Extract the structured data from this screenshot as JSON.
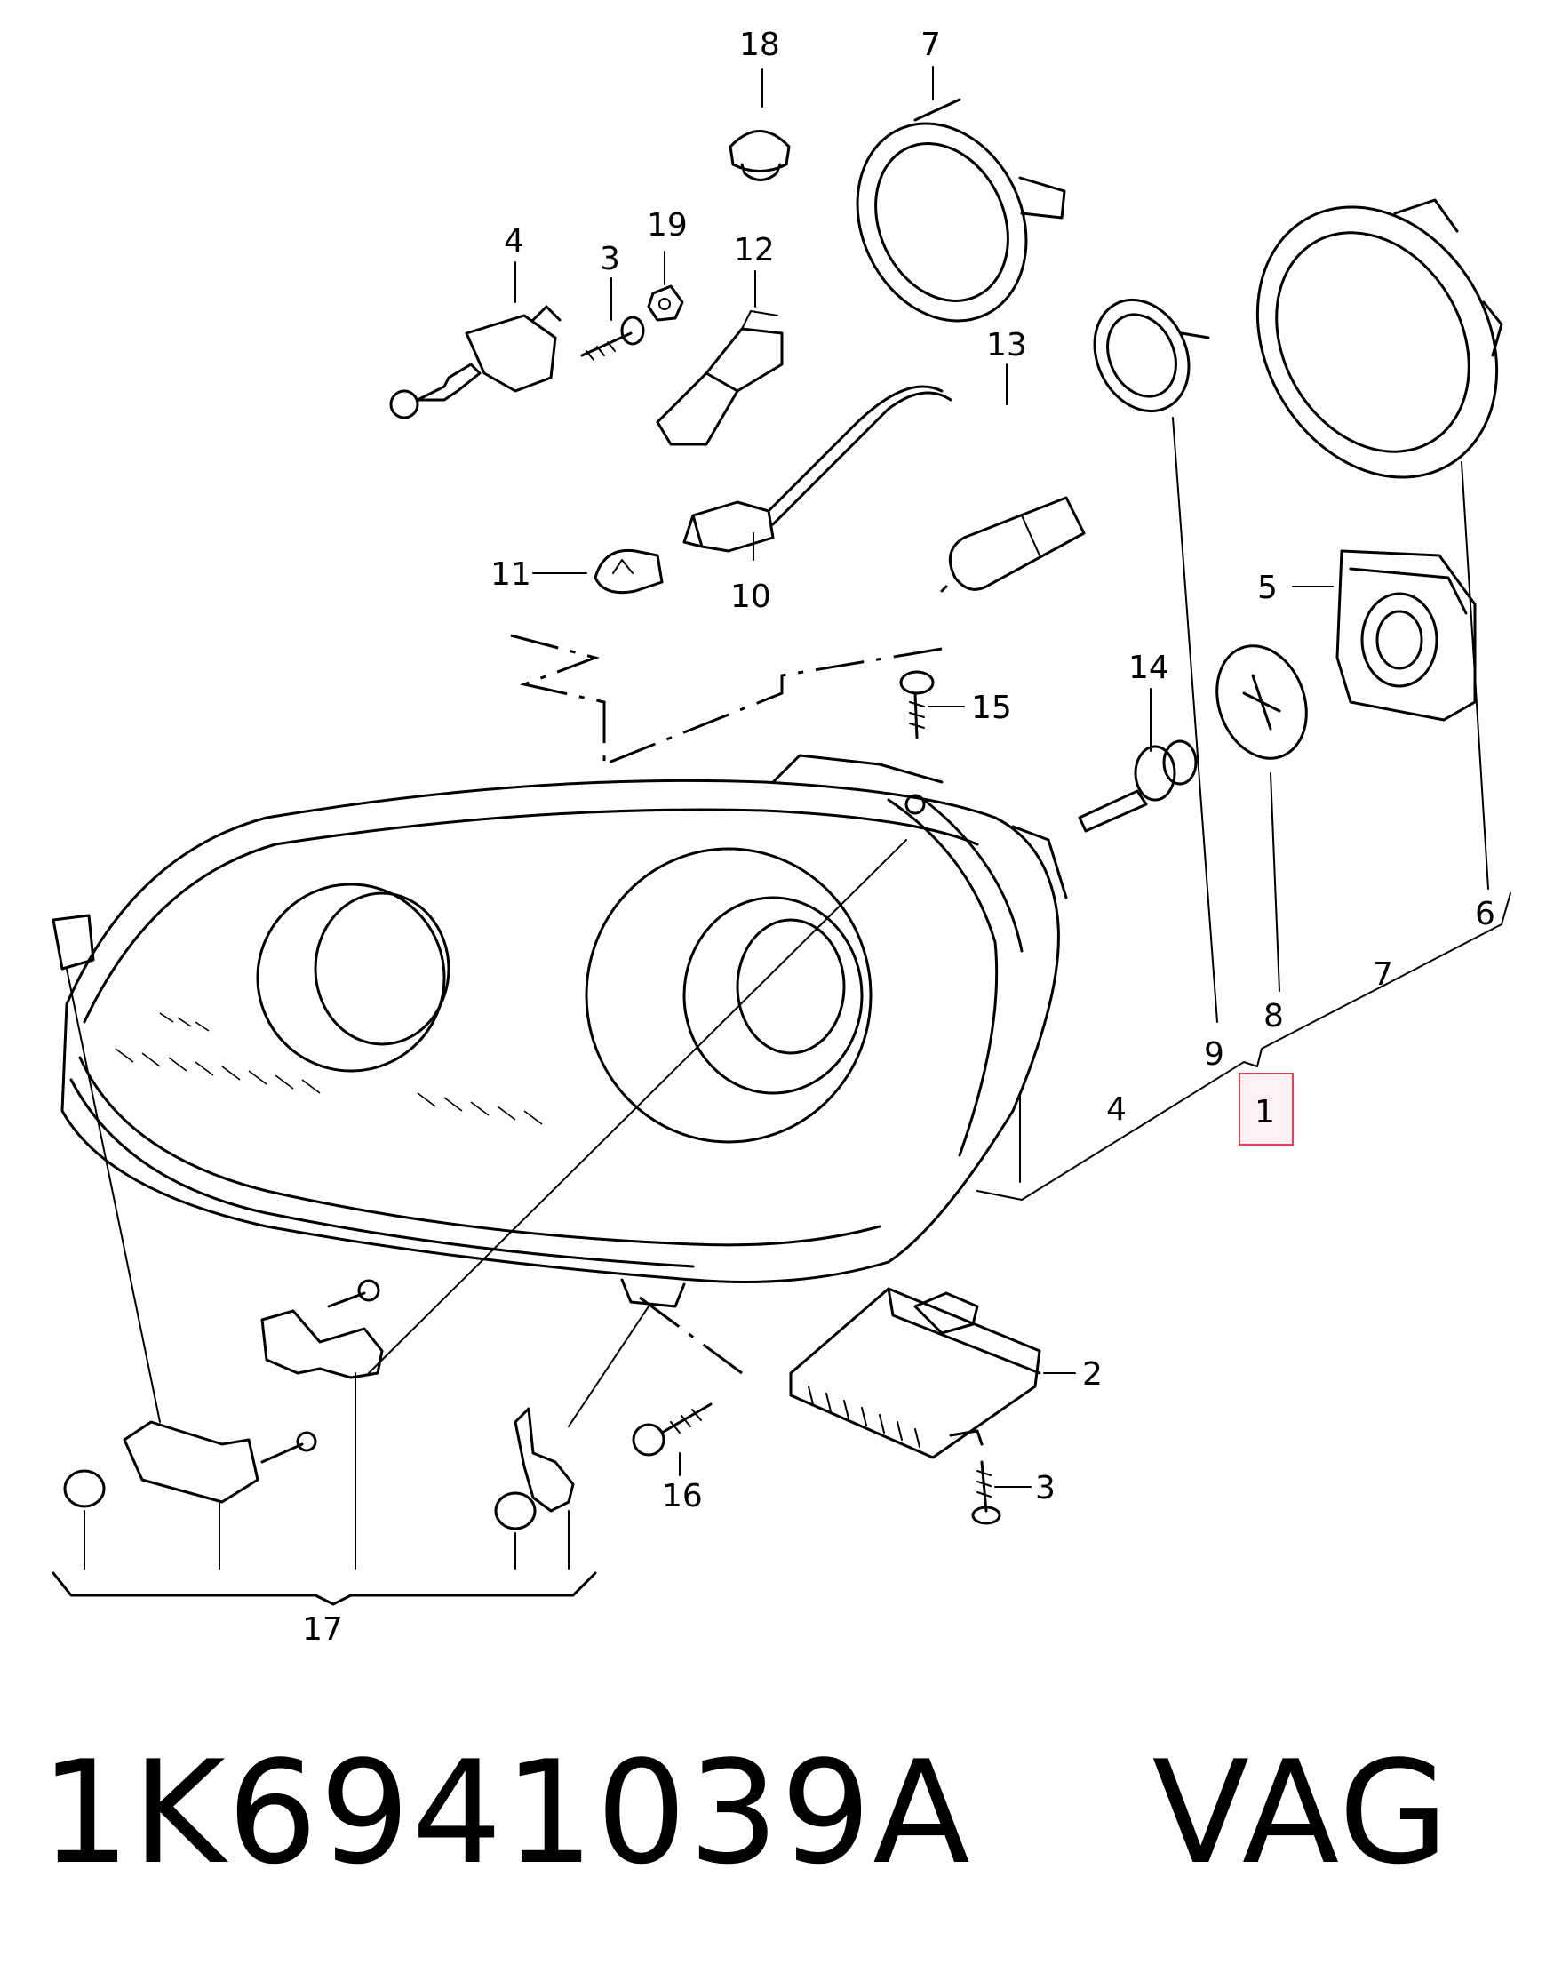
{
  "callouts": {
    "c18": "18",
    "c7a": "7",
    "c4a": "4",
    "c3a": "3",
    "c19": "19",
    "c12": "12",
    "c13": "13",
    "c11": "11",
    "c10": "10",
    "c5": "5",
    "c14": "14",
    "c15": "15",
    "c6": "6",
    "c7b": "7",
    "c9": "9",
    "c8": "8",
    "c4b": "4",
    "c1": "1",
    "c2": "2",
    "c3b": "3",
    "c16": "16",
    "c17": "17"
  },
  "highlight_color": "#e0405a",
  "footer": {
    "part_number": "1K6941039A",
    "brand": "VAG"
  }
}
